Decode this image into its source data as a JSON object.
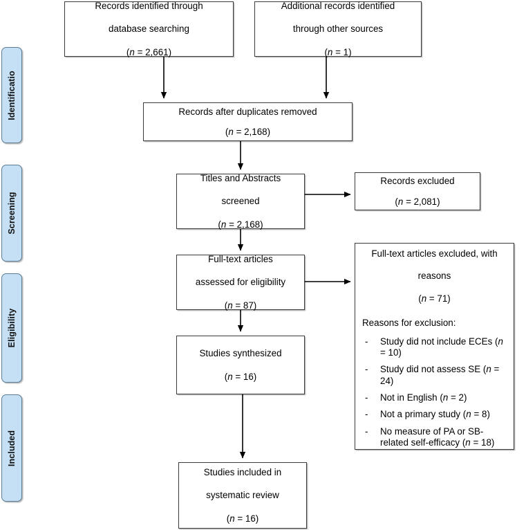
{
  "figure": {
    "type": "prisma-flow-diagram",
    "title": "PRISMA study selection flow diagram"
  },
  "stages": [
    {
      "id": "identification",
      "label": "Identificatio"
    },
    {
      "id": "screening",
      "label": "Screening"
    },
    {
      "id": "eligibility",
      "label": "Eligibility"
    },
    {
      "id": "included",
      "label": "Included"
    }
  ],
  "boxes": {
    "db_search": {
      "line1": "Records identified through",
      "line2": "database searching",
      "count_prefix": "(",
      "count_var": "n",
      "count_value": " = 2,661)"
    },
    "other_sources": {
      "line1": "Additional records identified",
      "line2": "through other sources",
      "count_prefix": "(",
      "count_var": "n",
      "count_value": " = 1)"
    },
    "duplicates_removed": {
      "line1": "Records after duplicates removed",
      "count_prefix": "(",
      "count_var": "n",
      "count_value": " = 2,168)"
    },
    "screened": {
      "line1": "Titles and Abstracts",
      "line2": "screened",
      "count_prefix": "(",
      "count_var": "n",
      "count_value": " = 2,168)"
    },
    "records_excluded": {
      "line1": "Records excluded",
      "count_prefix": "(",
      "count_var": "n",
      "count_value": " = 2,081)"
    },
    "fulltext_assessed": {
      "line1": "Full-text articles",
      "line2": "assessed for eligibility",
      "count_prefix": "(",
      "count_var": "n",
      "count_value": " = 87)"
    },
    "fulltext_excluded": {
      "line1": "Full-text articles excluded, with",
      "line2": "reasons",
      "count_prefix": "(",
      "count_var": "n",
      "count_value": " = 71)",
      "reasons_title": "Reasons for exclusion:",
      "dash": "-",
      "reasons": [
        {
          "text_before": "Study did not include ECEs (",
          "var": "n",
          "text_after": " = 10)"
        },
        {
          "text_before": "Study did not assess SE (",
          "var": "n",
          "text_after": " = 24)"
        },
        {
          "text_before": "Not in English (",
          "var": "n",
          "text_after": " = 2)"
        },
        {
          "text_before": "Not a primary study (",
          "var": "n",
          "text_after": " = 8)"
        },
        {
          "text_before": "No measure of PA or SB-related self-efficacy (",
          "var": "n",
          "text_after": " = 18)"
        }
      ]
    },
    "synthesized": {
      "line1": "Studies synthesized",
      "count_prefix": "(",
      "count_var": "n",
      "count_value": " = 16)"
    },
    "included": {
      "line1": "Studies included in",
      "line2": "systematic review",
      "count_prefix": "(",
      "count_var": "n",
      "count_value": " = 16)"
    }
  },
  "colors": {
    "pill_fill": "#c5e0f5",
    "pill_border": "#5a7c94",
    "box_border": "#3a3a3a",
    "connector": "#000000",
    "background": "#ffffff",
    "text": "#000000"
  }
}
